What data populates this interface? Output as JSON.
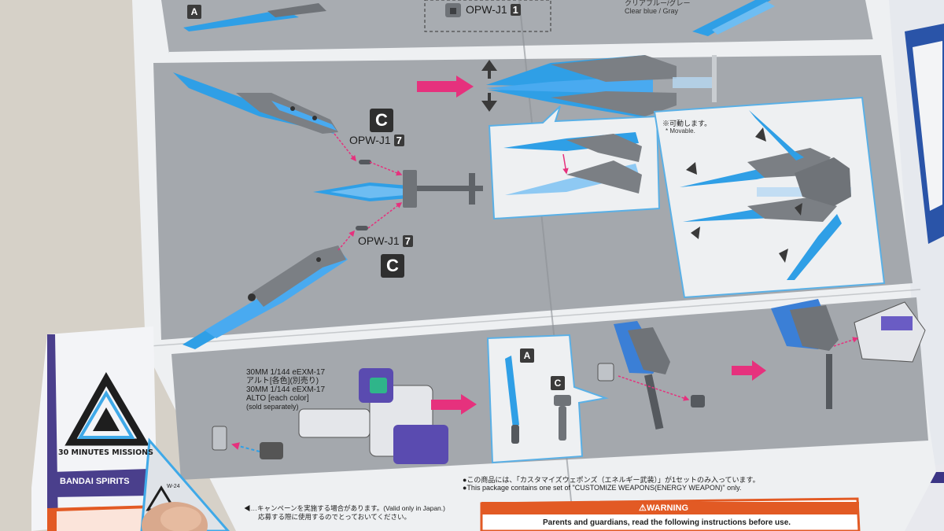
{
  "colors": {
    "paper": "#eef0f2",
    "panel": "#a4a8ad",
    "accent_blue": "#2f9fe6",
    "clear_blue": "#4aa8ee",
    "gray_part": "#6f7378",
    "arrow_pink": "#e6317d",
    "bandai_purple": "#4a3f8c",
    "warning_orange": "#e25a24"
  },
  "top_section": {
    "runner_letter": "A",
    "part_label": "OPW-J1",
    "part_number": "1",
    "color_note_jp": "クリアブルー/グレー",
    "color_note_en": "Clear blue / Gray"
  },
  "middle_section": {
    "runner_top": "C",
    "runner_bottom": "C",
    "part_label_top": "OPW-J1",
    "part_number_top": "7",
    "part_label_bottom": "OPW-J1",
    "part_number_bottom": "7",
    "movable_note_jp": "※可動します。",
    "movable_note_en": "* Movable."
  },
  "bottom_section": {
    "kit_line1": "30MM 1/144 eEXM-17",
    "kit_line2": "アルト[各色](別売り)",
    "kit_line3": "30MM 1/144 eEXM-17",
    "kit_line4": "ALTO [each color]",
    "kit_line5": "(sold separately)",
    "runner_a": "A",
    "runner_c": "C"
  },
  "footer": {
    "contents_note_jp": "●この商品には、「カスタマイズウェポンズ（エネルギー武装）」が1セットのみ入っています。",
    "contents_note_en": "●This package contains one set of \"CUSTOMIZE WEAPONS(ENERGY WEAPON)\" only.",
    "campaign_note": "◀…キャンペーンを実施する場合があります。(Valid only in Japan.)",
    "campaign_note2": "応募する際に使用するのでとっておいてください。",
    "warning_title": "⚠WARNING",
    "warning_text": "Parents and guardians, read the following instructions before use."
  },
  "left_sheet": {
    "brand": "30 MINUTES MISSIONS",
    "banner": "BANDAI SPIRITS",
    "code": "W-24"
  }
}
